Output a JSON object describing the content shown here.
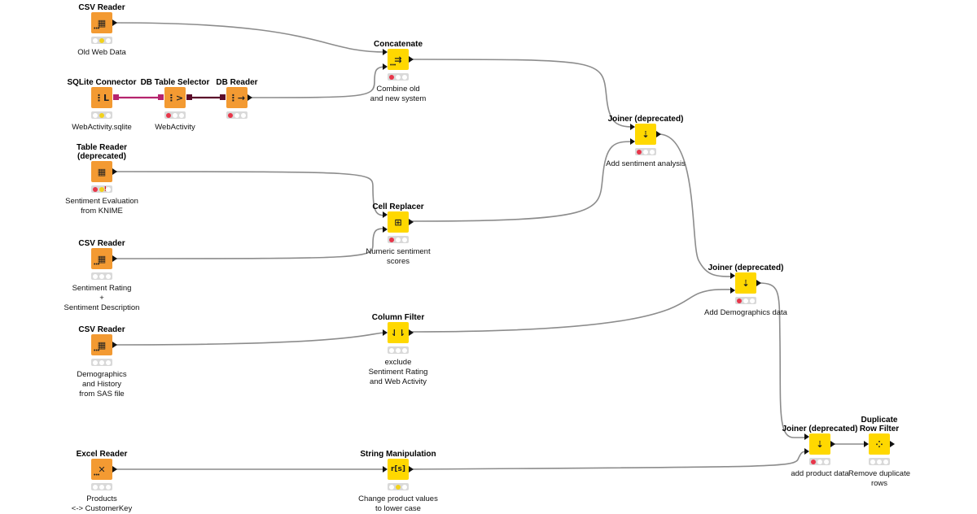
{
  "colors": {
    "source_node": "#f39a32",
    "manipulator_node": "#ffd800",
    "connection": "#8c8c8c",
    "db_port": "#b5246e",
    "db_port_dark": "#5a0b2a",
    "error_light": "#e8364a",
    "warning_light": "#f2d21c"
  },
  "nodes": {
    "csv_reader_1": {
      "title": "CSV Reader",
      "label": "Old Web Data",
      "icon": "table-arrow-icon",
      "status": [
        "off",
        "yellow",
        "off"
      ]
    },
    "concatenate": {
      "title": "Concatenate",
      "label": "Combine old\nand new system",
      "icon": "concatenate-icon",
      "status": [
        "red",
        "off",
        "off"
      ]
    },
    "sqlite_connector": {
      "title": "SQLite Connector",
      "label": "WebActivity.sqlite",
      "icon": "sqlite-icon",
      "status": [
        "off",
        "yellow",
        "off"
      ]
    },
    "db_table_selector": {
      "title": "DB Table Selector",
      "label": "WebActivity",
      "icon": "db-selector-icon",
      "status": [
        "red",
        "off",
        "off"
      ]
    },
    "db_reader": {
      "title": "DB Reader",
      "label": "",
      "icon": "db-reader-icon",
      "status": [
        "red",
        "off",
        "off"
      ]
    },
    "joiner_1": {
      "title": "Joiner (deprecated)",
      "label": "Add sentiment analysis",
      "icon": "joiner-icon",
      "status": [
        "red",
        "off",
        "off"
      ]
    },
    "table_reader": {
      "title": "Table Reader\n(deprecated)",
      "label": "Sentiment Evaluation\nfrom KNIME",
      "icon": "table-arrow-icon",
      "status": [
        "red",
        "yellow",
        "off"
      ],
      "warning": "!"
    },
    "cell_replacer": {
      "title": "Cell Replacer",
      "label": "Numeric sentiment\nscores",
      "icon": "cell-replacer-icon",
      "status": [
        "red",
        "off",
        "off"
      ]
    },
    "csv_reader_2": {
      "title": "CSV Reader",
      "label": "Sentiment Rating\n+\nSentiment Description",
      "icon": "table-arrow-icon",
      "status": [
        "off",
        "off",
        "off"
      ]
    },
    "joiner_2": {
      "title": "Joiner (deprecated)",
      "label": "Add Demographics data",
      "icon": "joiner-icon",
      "status": [
        "red",
        "off",
        "off"
      ]
    },
    "csv_reader_3": {
      "title": "CSV Reader",
      "label": "Demographics\nand History\nfrom SAS file",
      "icon": "table-arrow-icon",
      "status": [
        "off",
        "off",
        "off"
      ]
    },
    "column_filter": {
      "title": "Column Filter",
      "label": "exclude\nSentiment Rating\nand Web Activity",
      "icon": "column-filter-icon",
      "status": [
        "off",
        "off",
        "off"
      ]
    },
    "joiner_3": {
      "title": "Joiner (deprecated)",
      "label": "add product data",
      "icon": "joiner-icon",
      "status": [
        "red",
        "off",
        "off"
      ]
    },
    "duplicate_row_filter": {
      "title": "Duplicate\nRow Filter",
      "label": "Remove duplicate\nrows",
      "icon": "duplicate-filter-icon",
      "status": [
        "off",
        "off",
        "off"
      ]
    },
    "excel_reader": {
      "title": "Excel Reader",
      "label": "Products\n<-> CustomerKey",
      "icon": "excel-icon",
      "status": [
        "off",
        "off",
        "off"
      ]
    },
    "string_manipulation": {
      "title": "String Manipulation",
      "label": "Change product values\nto lower case",
      "icon": "string-manipulation-icon",
      "status": [
        "off",
        "yellow",
        "off"
      ]
    }
  },
  "glyphs": {
    "table": "▦",
    "concat": "⇉",
    "sqlite": "⋮L",
    "selector": "⋮>",
    "dbreader": "⋮→",
    "joiner": "⇣",
    "cell": "⊞",
    "filter": "⇃⇂",
    "dup": "⁘",
    "excel": "✕",
    "string": "r[s]",
    "dots": "•••"
  }
}
